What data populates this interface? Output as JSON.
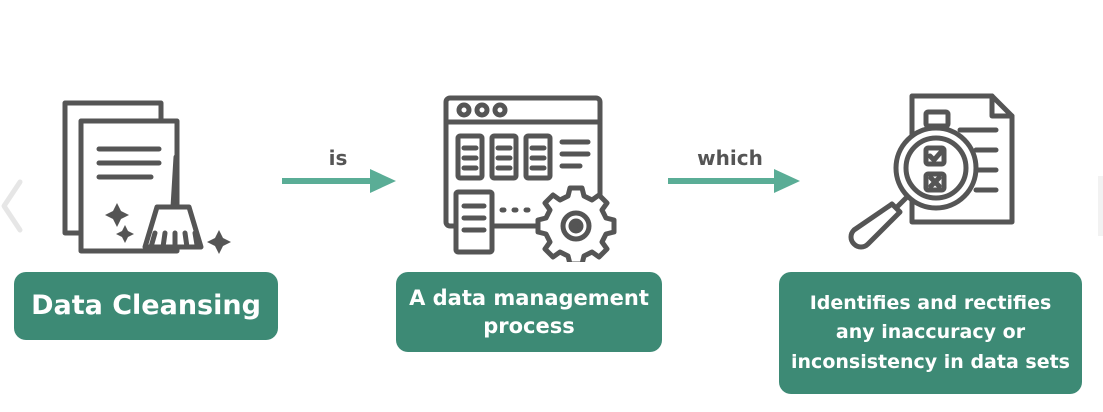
{
  "steps": [
    {
      "label": "Data Cleansing",
      "icon": "broom-documents-icon"
    },
    {
      "label": "A data management process",
      "icon": "browser-gear-icon"
    },
    {
      "label": "Identifies and rectifies any inaccuracy or inconsistency in data sets",
      "icon": "magnifier-checklist-icon"
    }
  ],
  "connectors": [
    {
      "label": "is"
    },
    {
      "label": "which"
    }
  ],
  "colors": {
    "accent": "#3d8a75",
    "arrow": "#5aad96",
    "icon_stroke": "#555555"
  }
}
